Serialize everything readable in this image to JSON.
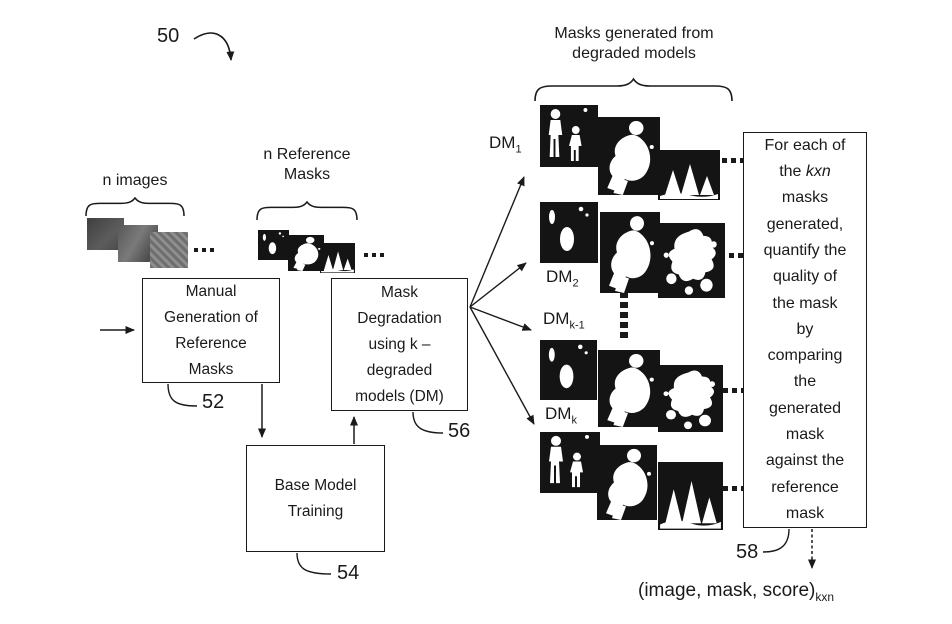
{
  "figure": {
    "ref50": "50",
    "n_images": "n images",
    "n_ref_masks": "n Reference\nMasks",
    "masks_generated": "Masks generated from\ndegraded models",
    "manual_box": "Manual\nGeneration of\nReference\nMasks",
    "manual_ref": "52",
    "base_box": "Base Model\nTraining",
    "base_ref": "54",
    "degradation_box": "Mask\nDegradation\nusing k –\ndegraded\nmodels (DM)",
    "degradation_ref": "56",
    "quality_part1": "For each of\nthe ",
    "quality_italic": "kxn",
    "quality_part2": "\nmasks\ngenerated,\nquantify the\nquality of\nthe mask\nby\ncomparing\nthe\ngenerated\nmask\nagainst the\nreference\nmask",
    "quality_ref": "58",
    "dm_labels": [
      {
        "base": "DM",
        "sub": "1"
      },
      {
        "base": "DM",
        "sub": "2"
      },
      {
        "base": "DM",
        "sub": "k-1"
      },
      {
        "base": "DM",
        "sub": "k"
      }
    ],
    "output_text": "(image, mask, score)",
    "output_sub": "kxn"
  },
  "colors": {
    "ink": "#1a1a1a",
    "mask_background": "#141414",
    "mask_foreground": "#ffffff"
  }
}
